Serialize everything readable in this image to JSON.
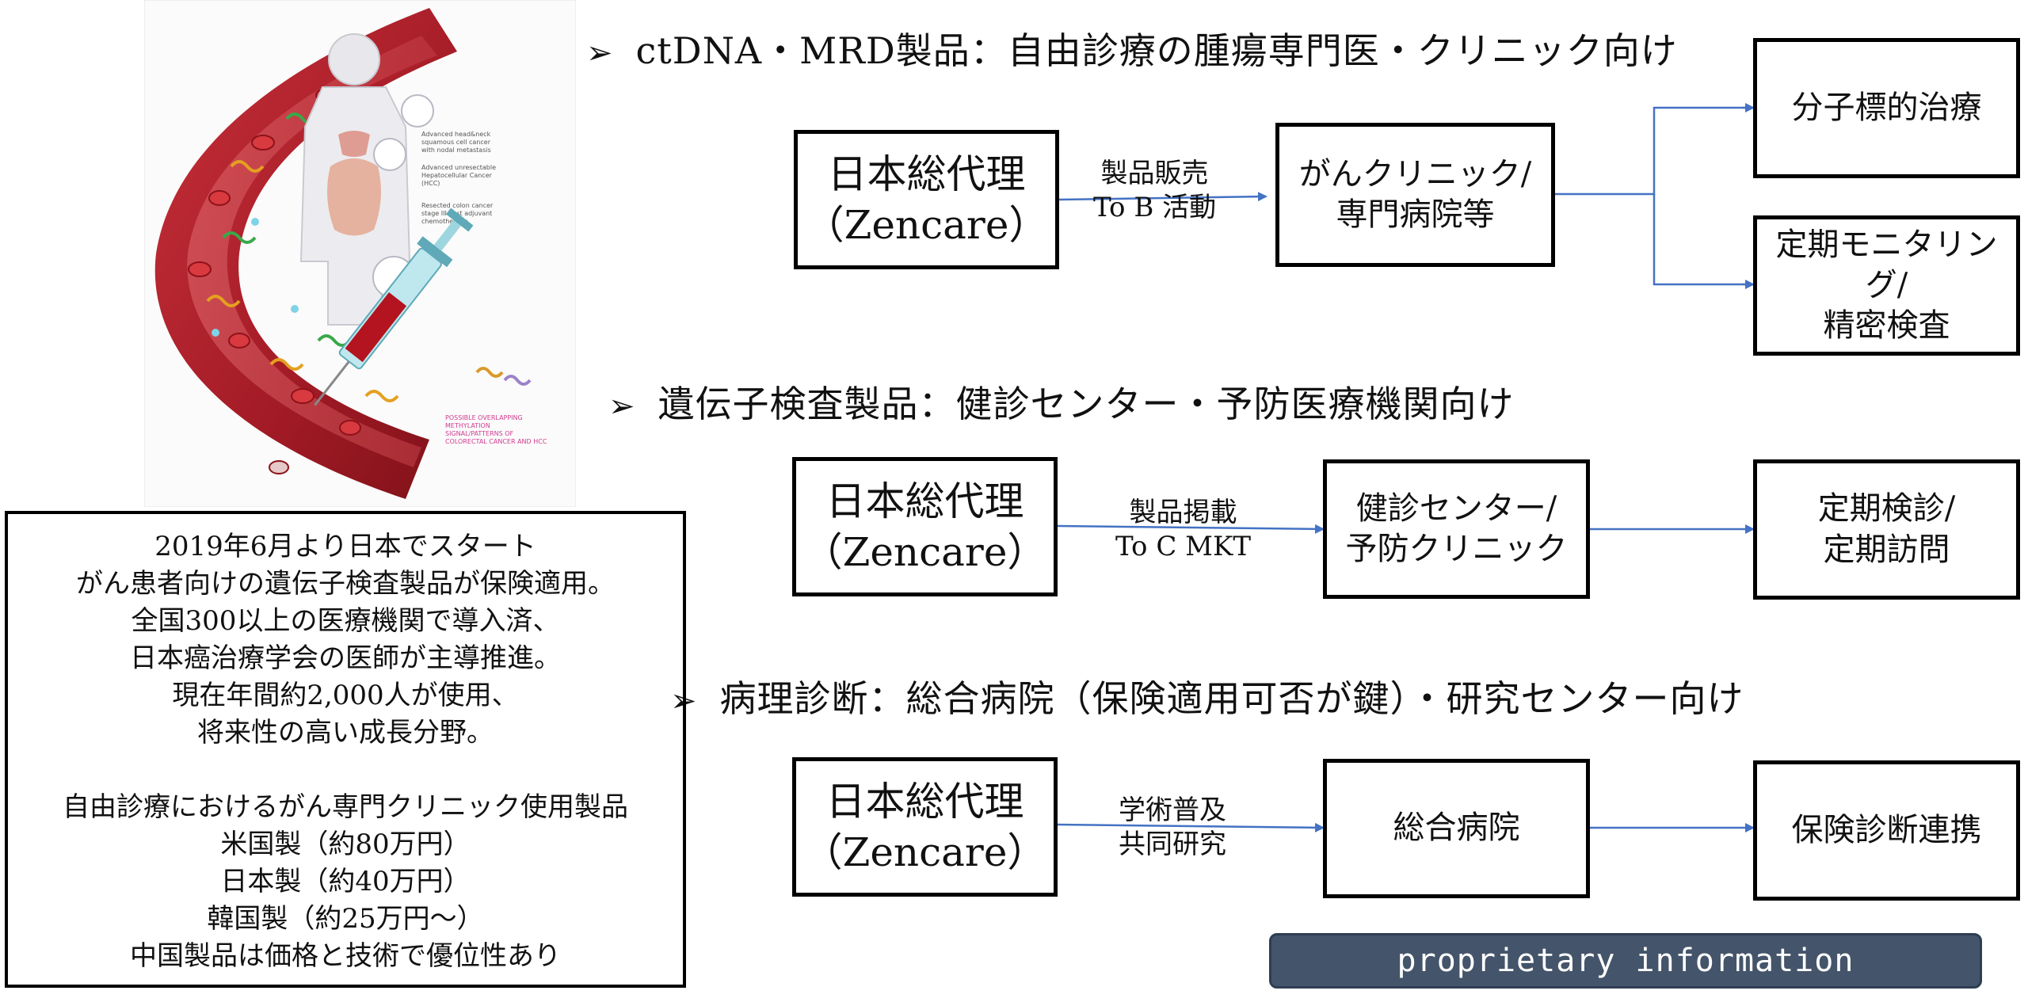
{
  "sections": [
    {
      "heading": "ctDNA・MRD製品：自由診療の腫瘍専門医・クリニック向け",
      "source": {
        "line1": "日本総代理",
        "line2": "（Zencare）"
      },
      "channel": {
        "line1": "製品販売",
        "line2": "To B 活動"
      },
      "middle": {
        "line1": "がんクリニック/",
        "line2": "専門病院等"
      },
      "targets": [
        {
          "line1": "分子標的治療",
          "line2": ""
        },
        {
          "line1": "定期モニタリング/",
          "line2": "精密検査"
        }
      ]
    },
    {
      "heading": "遺伝子検査製品：健診センター・予防医療機関向け",
      "source": {
        "line1": "日本総代理",
        "line2": "（Zencare）"
      },
      "channel": {
        "line1": "製品掲載",
        "line2": "To C MKT"
      },
      "middle": {
        "line1": "健診センター/",
        "line2": "予防クリニック"
      },
      "targets": [
        {
          "line1": "定期検診/",
          "line2": "定期訪問"
        }
      ]
    },
    {
      "heading": "病理診断：総合病院（保険適用可否が鍵）・研究センター向け",
      "source": {
        "line1": "日本総代理",
        "line2": "（Zencare）"
      },
      "channel": {
        "line1": "学術普及",
        "line2": "共同研究"
      },
      "middle": {
        "line1": "総合病院",
        "line2": ""
      },
      "targets": [
        {
          "line1": "保険診断連携",
          "line2": ""
        }
      ]
    }
  ],
  "info_box": {
    "lines": [
      "2019年6月より日本でスタート",
      "がん患者向けの遺伝子検査製品が保険適用。",
      "全国300以上の医療機関で導入済、",
      "日本癌治療学会の医師が主導推進。",
      "現在年間約2,000人が使用、",
      "将来性の高い成長分野。",
      "",
      "自由診療におけるがん専門クリニック使用製品",
      "米国製（約80万円）",
      "日本製（約40万円）",
      "韓国製（約25万円～）",
      "中国製品は価格と技術で優位性あり"
    ]
  },
  "illustration": {
    "callouts": [
      "Advanced head&neck squamous cell cancer with nodal metastasis",
      "Advanced unresectable Hepatocellular Cancer (HCC)",
      "Resected colon cancer stage III post adjuvant chemotherapy",
      "POSSIBLE OVERLAPPING METHYLATION SIGNAL/PATTERNS OF COLORECTAL CANCER AND HCC"
    ]
  },
  "footer": {
    "label": "proprietary information"
  },
  "colors": {
    "arrow": "#4472c4",
    "footer_bg": "#44546a",
    "vessel": "#b0202b"
  }
}
